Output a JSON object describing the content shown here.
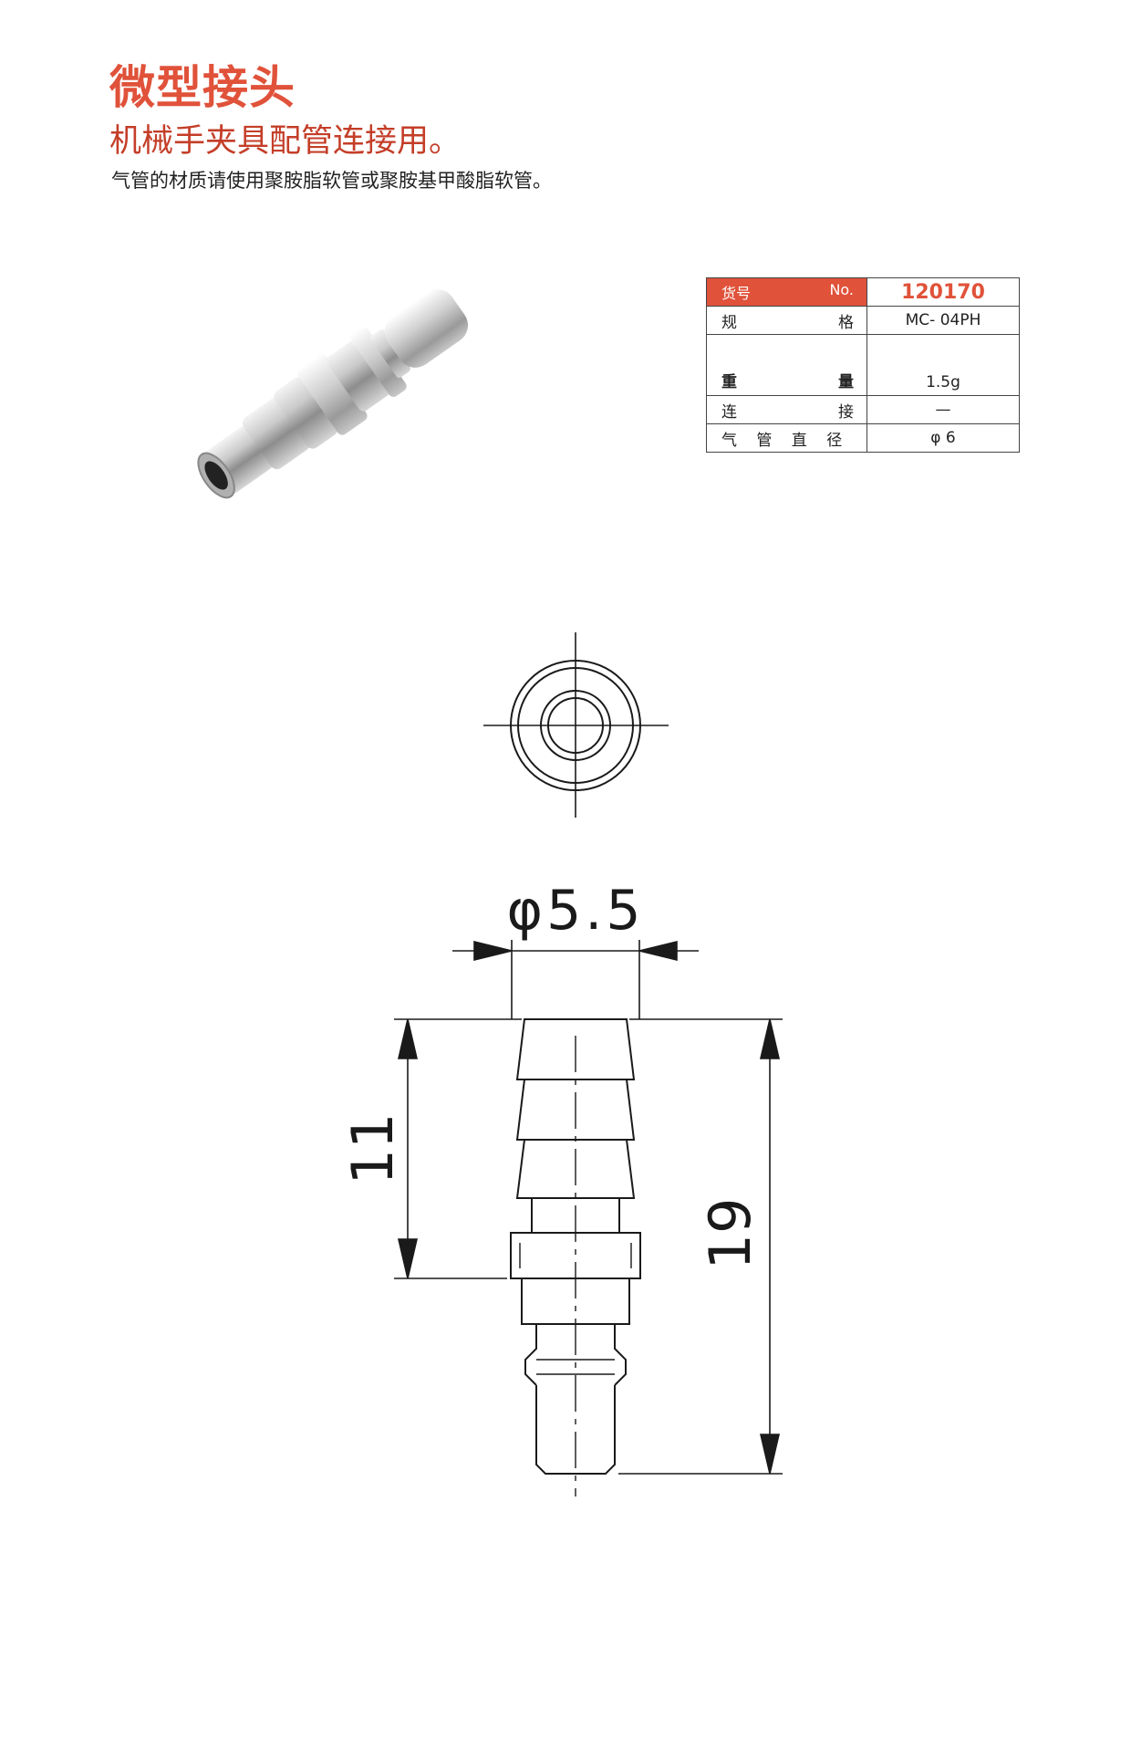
{
  "header": {
    "title": "微型接头",
    "subtitle": "机械手夹具配管连接用。",
    "note": "气管的材质请使用聚胺脂软管或聚胺基甲酸脂软管。"
  },
  "spec_table": {
    "header_label_left": "货号",
    "header_label_right": "No.",
    "product_no": "120170",
    "rows": [
      {
        "label_left": "规",
        "label_right": "格",
        "value": "MC- 04PH"
      },
      {
        "label_left": "重",
        "label_right": "量",
        "value": "1.5g"
      },
      {
        "label_left": "连",
        "label_right": "接",
        "value": "—"
      },
      {
        "label": "气 管 直 径",
        "value": "φ 6"
      }
    ]
  },
  "drawing": {
    "diameter_label": "φ5.5",
    "dim_short": "11",
    "dim_long": "19"
  },
  "colors": {
    "accent": "#e0523a",
    "subtitle": "#c43e28",
    "line": "#1a1a1a"
  }
}
